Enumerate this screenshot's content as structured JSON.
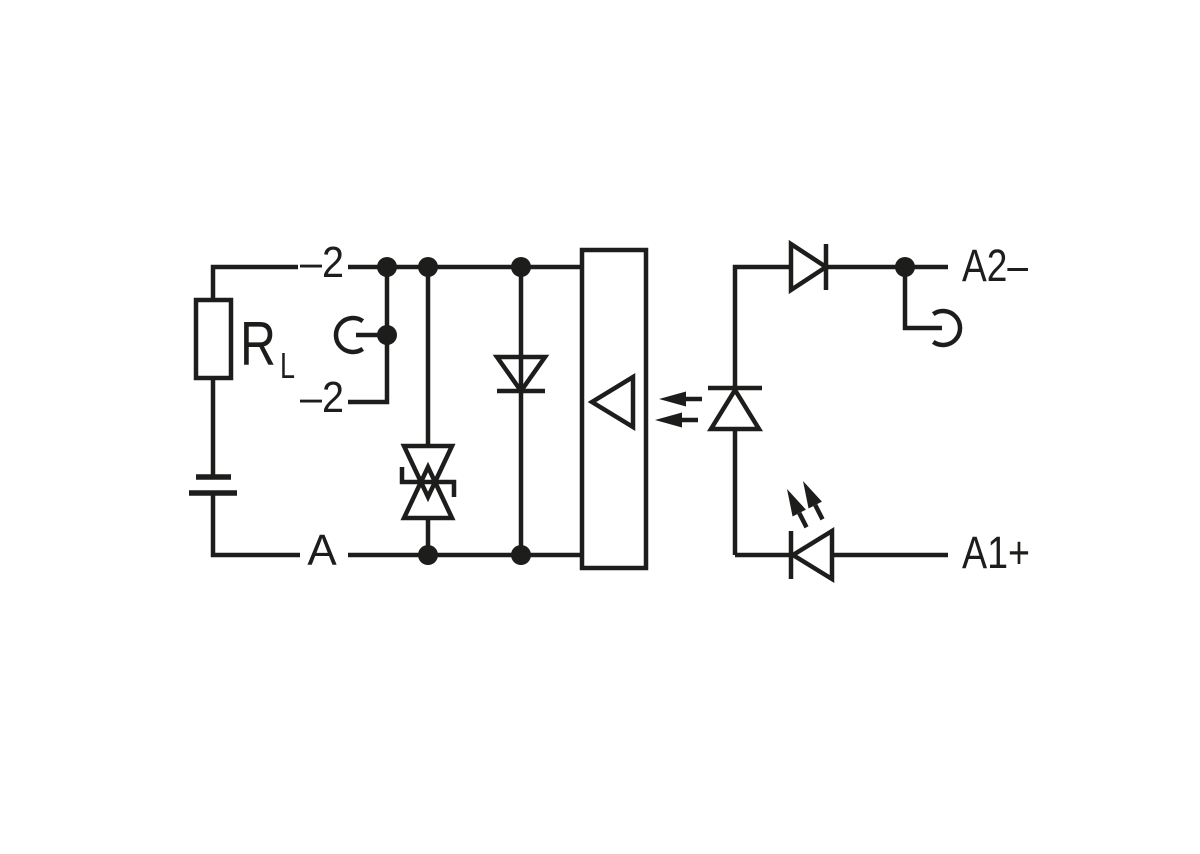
{
  "palette": {
    "background": "#ffffff",
    "ink": "#1d1d1b"
  },
  "labels": {
    "terminal_minus2_top": "–2",
    "terminal_minus2_mid": "–2",
    "terminal_a": "A",
    "terminal_a2_minus": "A2–",
    "terminal_a1_plus": "A1+",
    "resistor_symbol": "R",
    "resistor_subscript": "L"
  }
}
